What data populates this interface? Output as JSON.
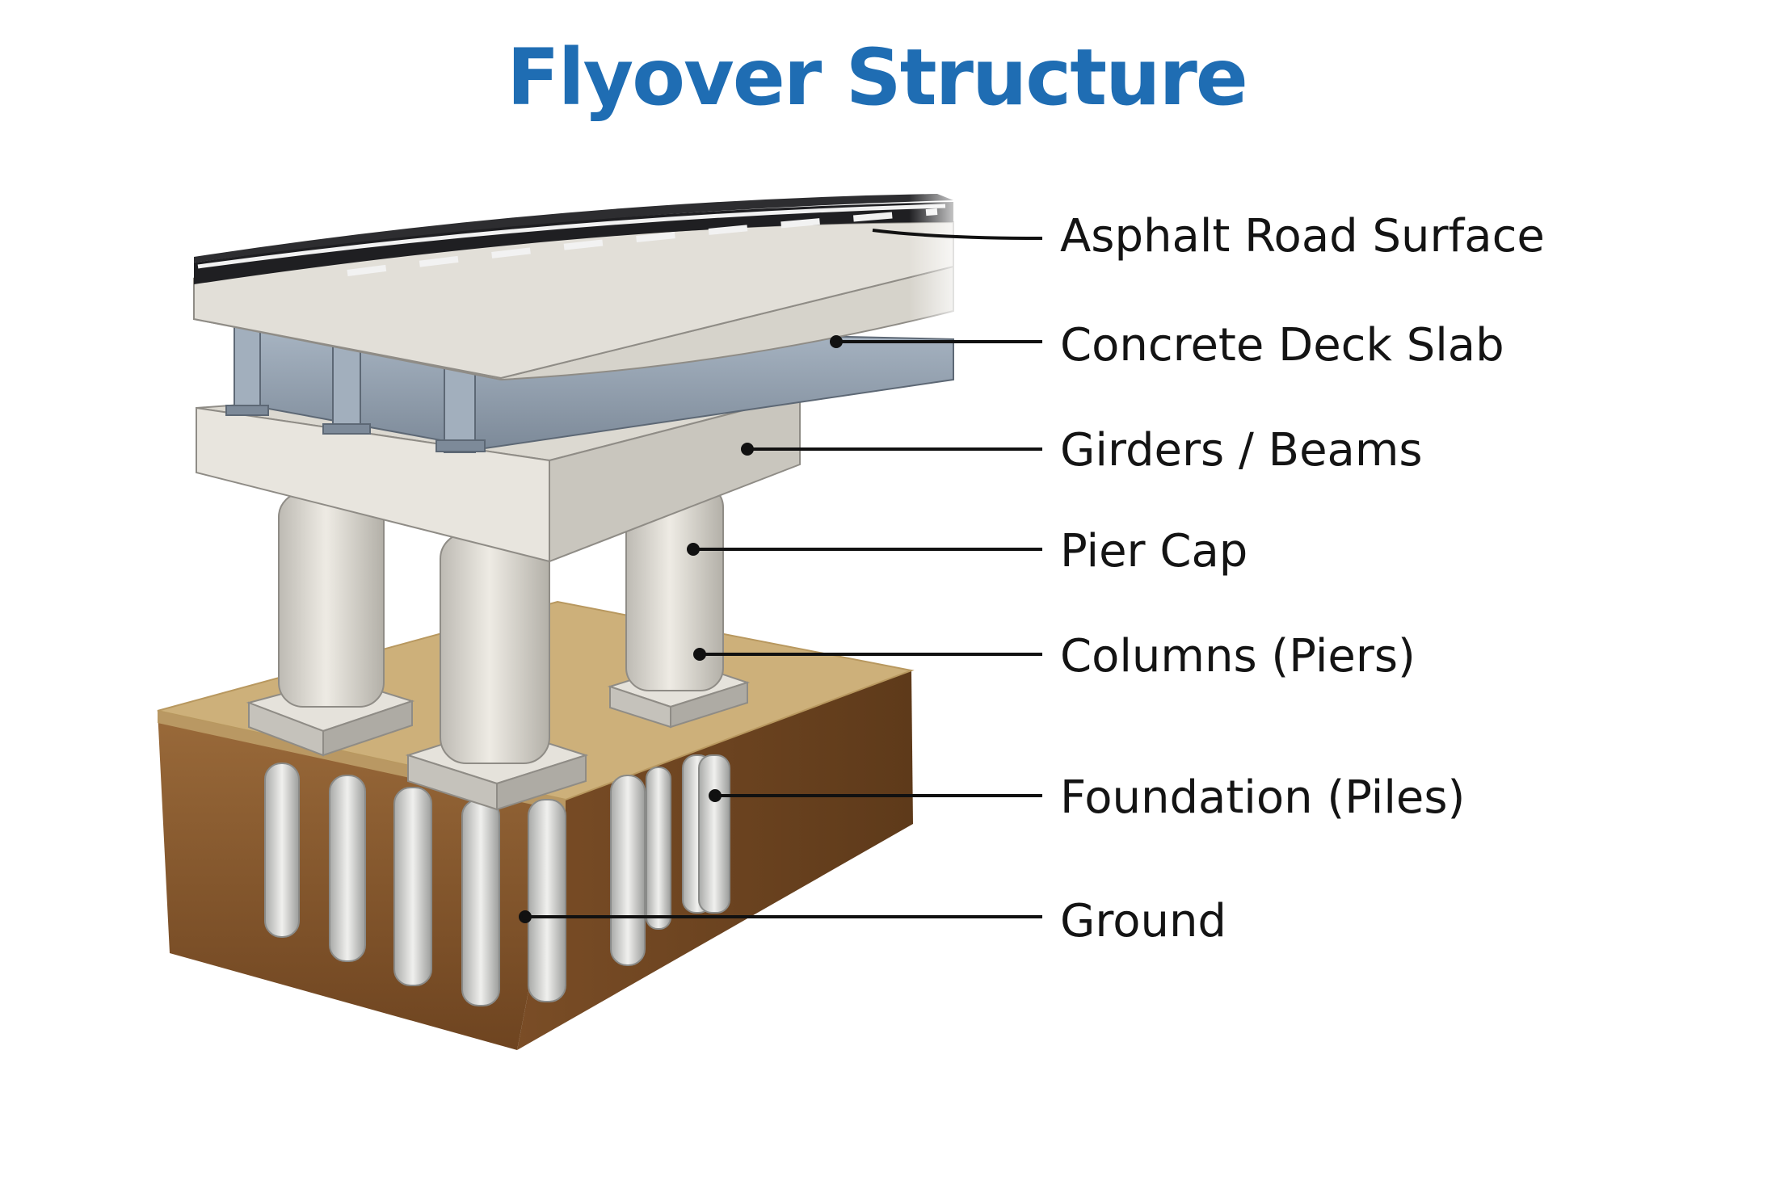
{
  "title": "Flyover Structure",
  "colors": {
    "title": "#1f6db3",
    "asphalt": "#2a2a2d",
    "concrete": "#d9d6ce",
    "steel": "#93a0b0",
    "soil": "#8a5a2e",
    "sand": "#cdb07a"
  },
  "labels": [
    "Asphalt Road Surface",
    "Concrete Deck Slab",
    "Girders / Beams",
    "Pier Cap",
    "Columns (Piers)",
    "Foundation (Piles)",
    "Ground"
  ]
}
